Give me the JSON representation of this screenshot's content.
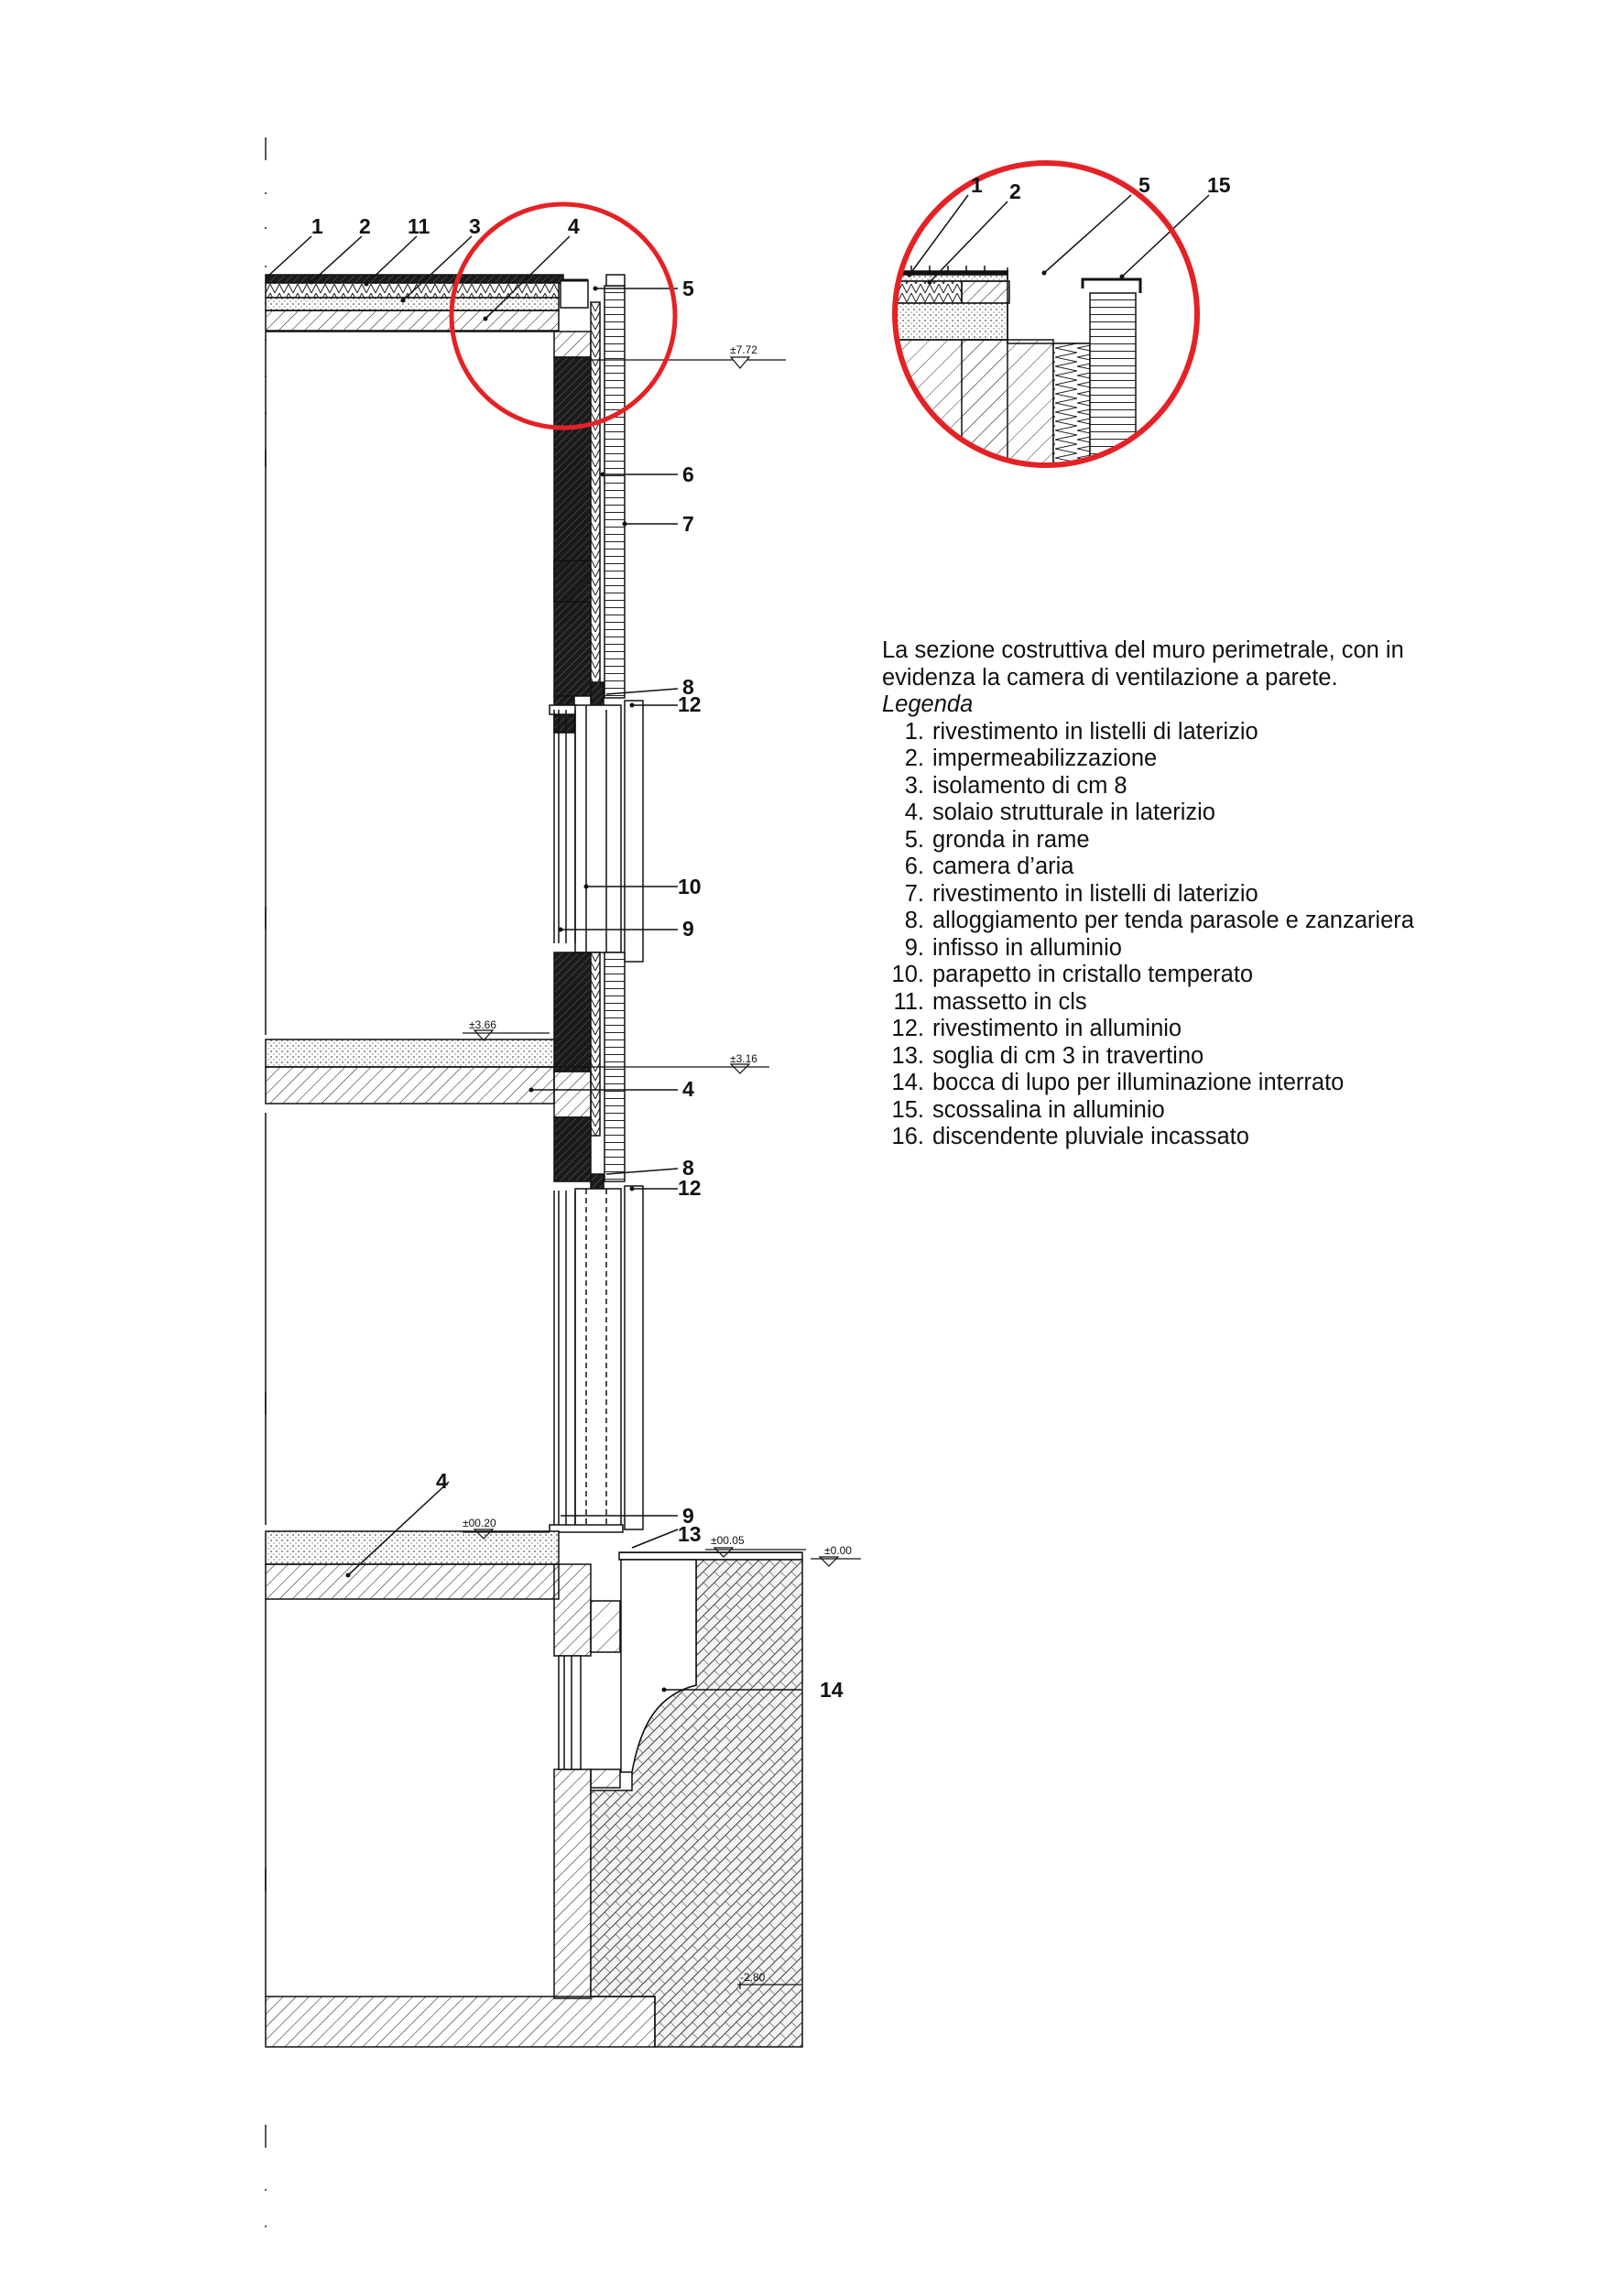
{
  "caption": {
    "text": "La sezione costruttiva del muro perimetrale, con in evidenza la camera di ventilazione a parete.",
    "legend_title": "Legenda",
    "legend": [
      {
        "num": "1.",
        "label": "rivestimento in listelli di laterizio"
      },
      {
        "num": "2.",
        "label": "impermeabilizzazione"
      },
      {
        "num": "3.",
        "label": "isolamento di cm 8"
      },
      {
        "num": "4.",
        "label": "solaio strutturale in laterizio"
      },
      {
        "num": "5.",
        "label": "gronda in rame"
      },
      {
        "num": "6.",
        "label": "camera d’aria"
      },
      {
        "num": "7.",
        "label": "rivestimento in listelli di laterizio"
      },
      {
        "num": "8.",
        "label": "alloggiamento per tenda parasole e zanzariera"
      },
      {
        "num": "9.",
        "label": "infisso in alluminio"
      },
      {
        "num": "10.",
        "label": "parapetto in cristallo temperato"
      },
      {
        "num": "11.",
        "label": "massetto in cls"
      },
      {
        "num": "12.",
        "label": "rivestimento in alluminio"
      },
      {
        "num": "13.",
        "label": "soglia di cm 3 in travertino"
      },
      {
        "num": "14.",
        "label": "bocca di lupo per illuminazione interrato"
      },
      {
        "num": "15.",
        "label": "scossalina in alluminio"
      },
      {
        "num": "16.",
        "label": "discendente pluviale incassato"
      }
    ]
  },
  "callouts": {
    "c1": "1",
    "c2": "2",
    "c11": "11",
    "c3": "3",
    "c4": "4",
    "c5": "5",
    "c6": "6",
    "c7": "7",
    "c8a": "8",
    "c12a": "12",
    "c10": "10",
    "c9a": "9",
    "c4b": "4",
    "c8b": "8",
    "c12b": "12",
    "c4c": "4",
    "c9b": "9",
    "c13": "13",
    "c14": "14"
  },
  "detail_callouts": {
    "d1": "1",
    "d2": "2",
    "d5": "5",
    "d15": "15"
  },
  "elevations": {
    "e772": "±7.72",
    "e366": "±3.66",
    "e316": "±3.16",
    "e020": "±00.20",
    "e005": "±00.05",
    "e000": "±0.00",
    "e280": "-2.80"
  },
  "colors": {
    "highlight_circle": "#e42226",
    "line": "#111111"
  }
}
